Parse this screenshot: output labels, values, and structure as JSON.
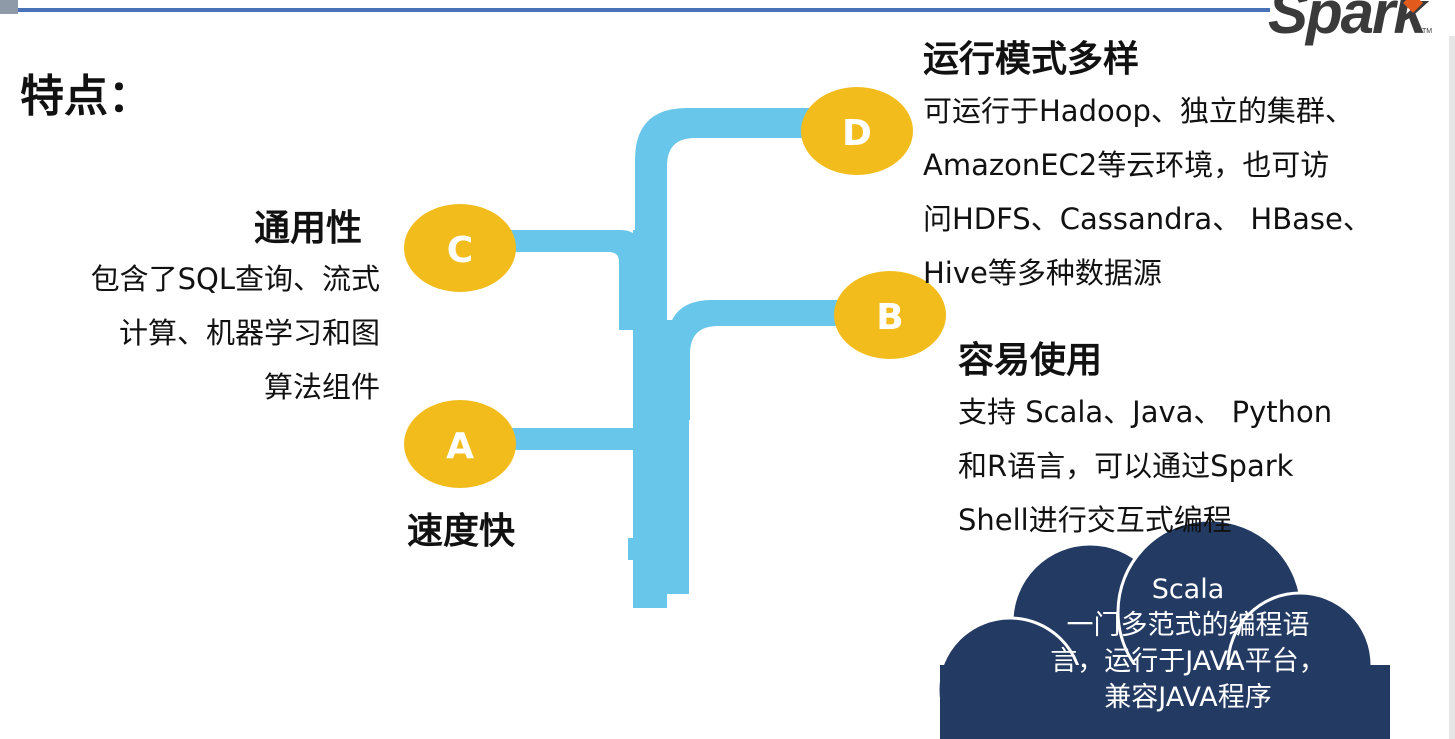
{
  "slide": {
    "logo_text": "Spark",
    "logo_tm": "TM",
    "title": "特点：",
    "colors": {
      "branch": "#68c6ea",
      "node": "#f2bd1c",
      "node_text": "#ffffff",
      "cloud": "#233a63",
      "top_bar": "#4a72b8"
    },
    "nodes": {
      "A": "A",
      "B": "B",
      "C": "C",
      "D": "D"
    },
    "speed": {
      "heading": "速度快"
    },
    "generality": {
      "heading": "通用性",
      "lines": [
        "包含了SQL查询、流式",
        "计算、机器学习和图",
        "算法组件"
      ]
    },
    "run_modes": {
      "heading": "运行模式多样",
      "lines": [
        "可运行于Hadoop、独立的集群、",
        "AmazonEC2等云环境，也可访",
        "问HDFS、Cassandra、 HBase、",
        "Hive等多种数据源"
      ]
    },
    "ease_of_use": {
      "heading": "容易使用",
      "lines": [
        "支持 Scala、Java、 Python",
        "和R语言，可以通过Spark",
        "Shell进行交互式编程"
      ]
    },
    "scala_cloud": {
      "lines": [
        "Scala",
        "一门多范式的编程语",
        "言，运行于JAVA平台，",
        "兼容JAVA程序"
      ]
    }
  }
}
